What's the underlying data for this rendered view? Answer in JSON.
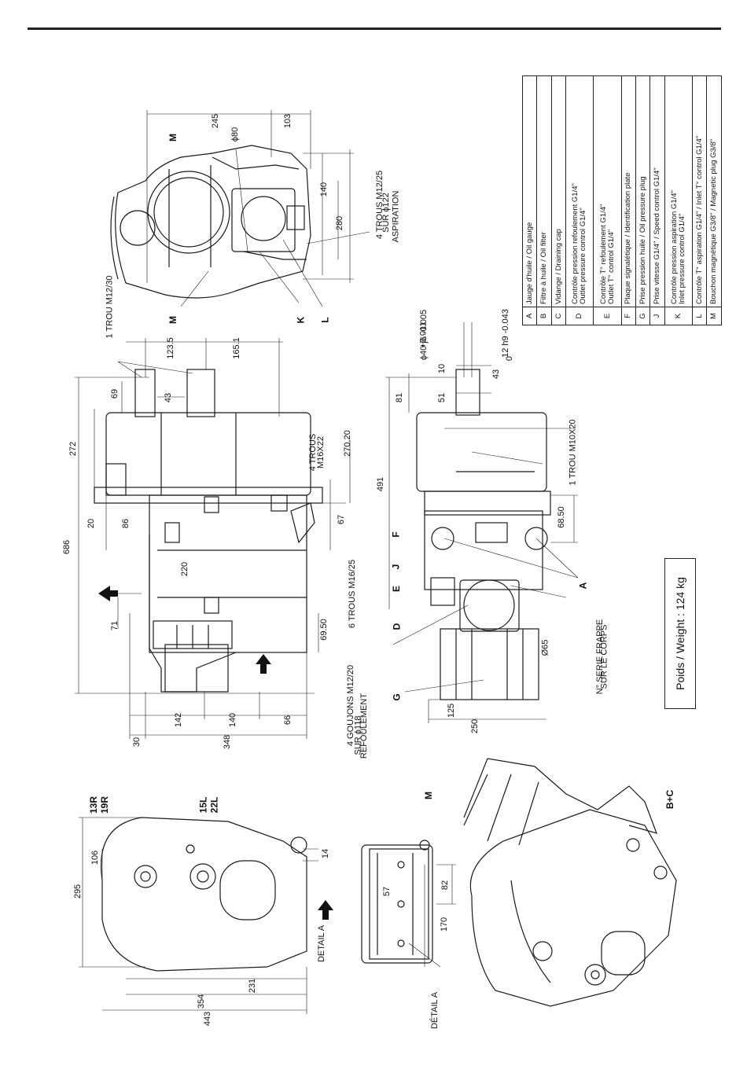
{
  "legend": [
    {
      "key": "A",
      "text": "Jauge d'huile / Oil gauge"
    },
    {
      "key": "B",
      "text": "Filtre à huile / Oil filter"
    },
    {
      "key": "C",
      "text": "Vidange / Draining cap"
    },
    {
      "key": "D",
      "text": "Contrôle pression refoulement G1/4\"",
      "text2": "Outlet pressure control G1/4\""
    },
    {
      "key": "E",
      "text": "Contrôle T° refoulement G1/4\"",
      "text2": "Outlet T° control G1/4\""
    },
    {
      "key": "F",
      "text": "Plaque signalétique / Identification plate"
    },
    {
      "key": "G",
      "text": "Prise pression huile / Oil pressure plug"
    },
    {
      "key": "J",
      "text": "Prise vitesse G1/4\" / Speed control G1/4\""
    },
    {
      "key": "K",
      "text": "Contrôle pression aspiration G1/4\"",
      "text2": "Inlet pressure control G1/4\""
    },
    {
      "key": "L",
      "text": "Contrôle T° aspiration G1/4\" / Inlet T° control G1/4\""
    },
    {
      "key": "M",
      "text": "Bouchon magnétique G3/8\" / Magnetic plug G3/8\""
    }
  ],
  "weight": "Poids / Weight : 124 kg",
  "dims": {
    "d245": "245",
    "d103": "103",
    "d80": "ϕ80",
    "d140a": "140",
    "d280": "280",
    "d123": "123.5",
    "d165": "165.1",
    "d69": "69",
    "d43a": "43",
    "d272": "272",
    "d20": "20",
    "d86": "86",
    "d686": "686",
    "d220": "220",
    "d71": "71",
    "d67": "67",
    "d6950a": "69.50",
    "d27020": "270.20",
    "d142": "142",
    "d140b": "140",
    "d66": "66",
    "d30": "30",
    "d348": "348",
    "d491": "491",
    "d81": "81",
    "d51": "51",
    "d10": "10",
    "d43b": "43",
    "d6850": "68.50",
    "d125": "125",
    "d250": "250",
    "d65": "Ø65",
    "d40": "ϕ40 j6 -0.005",
    "d40b": "+0.011",
    "d12": "12 h9 -0.043",
    "d0": "0",
    "d295": "295",
    "d106": "106",
    "d14": "14",
    "d231": "231",
    "d354": "354",
    "d443": "443",
    "d57": "57",
    "d82": "82",
    "d170": "170"
  },
  "notes": {
    "trou_m12_30": "1 TROU M12/30",
    "trous_m16x22_a": "4 TROUS",
    "trous_m16x22_b": "M16X22",
    "trous_m16_25": "6 TROUS M16/25",
    "goujons_a": "4 GOUJONS M12/20",
    "goujons_b": "SUR ϕ118",
    "goujons_c": "REFOULEMENT",
    "trous_m12_25_a": "4 TROUS M12/25",
    "trous_m12_25_b": "SUR ϕ122",
    "trous_m12_25_c": "ASPIRATION",
    "trou_m10": "1 TROU M10X20",
    "serie_a": "N° SERIE FRAPPE",
    "serie_b": "SUR LE CORPS",
    "detail_a": "DETAIL A",
    "detail_a2": "DÉTAIL A"
  },
  "labels": {
    "M": "M",
    "K": "K",
    "L": "L",
    "F": "F",
    "J": "J",
    "E": "E",
    "D": "D",
    "G": "G",
    "A": "A",
    "r13": "13R",
    "r19": "19R",
    "l15": "15L",
    "l22": "22L",
    "bc": "B+C"
  }
}
